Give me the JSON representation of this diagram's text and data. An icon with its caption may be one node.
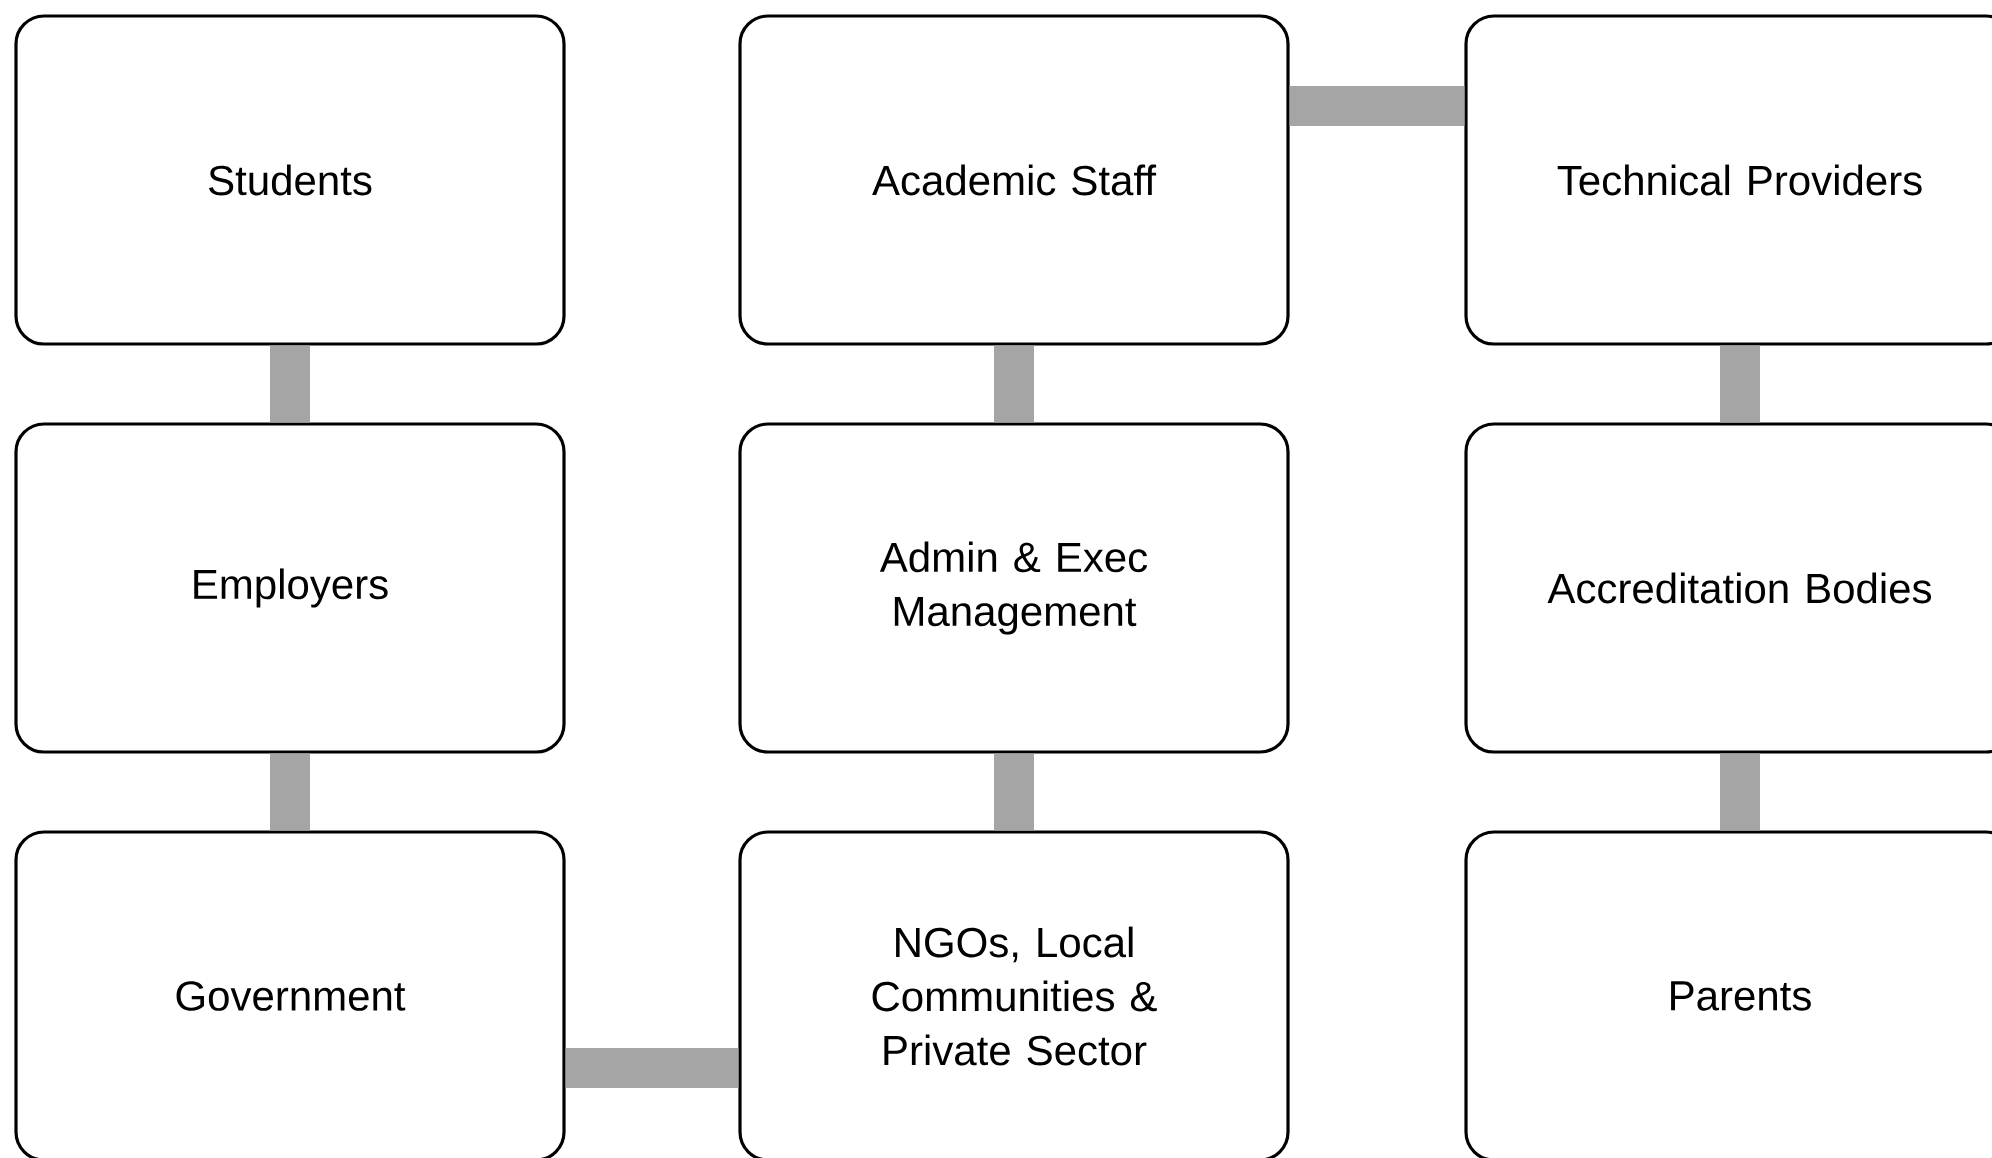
{
  "diagram": {
    "nodes": [
      {
        "text": [
          "Students"
        ]
      },
      {
        "text": [
          "Academic Staff"
        ]
      },
      {
        "text": [
          "Technical Providers"
        ]
      },
      {
        "text": [
          "Employers"
        ]
      },
      {
        "text": [
          "Admin & Exec Management"
        ]
      },
      {
        "text": [
          "Accreditation Bodies"
        ]
      },
      {
        "text": [
          "Government"
        ]
      },
      {
        "text": [
          "NGOs, Local Communities & Private Sector"
        ]
      },
      {
        "text": [
          "Parents"
        ]
      }
    ],
    "edges": [
      {
        "from": 0,
        "to": 3,
        "arrow": "none"
      },
      {
        "from": 3,
        "to": 6,
        "arrow": "none"
      },
      {
        "from": 6,
        "to": 7,
        "arrow": "none"
      },
      {
        "from": 7,
        "to": 4,
        "arrow": "none"
      },
      {
        "from": 4,
        "to": 1,
        "arrow": "none"
      },
      {
        "from": 1,
        "to": 2,
        "arrow": "none"
      },
      {
        "from": 2,
        "to": 5,
        "arrow": "none"
      },
      {
        "from": 5,
        "to": 8,
        "arrow": "none"
      }
    ]
  }
}
